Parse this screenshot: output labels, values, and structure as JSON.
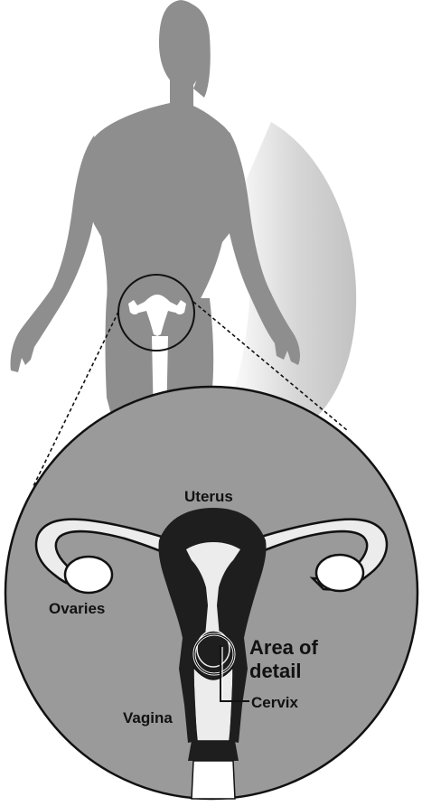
{
  "diagram": {
    "labels": {
      "uterus": "Uterus",
      "ovaries": "Ovaries",
      "area_of_detail_line1": "Area of",
      "area_of_detail_line2": "detail",
      "cervix": "Cervix",
      "vagina": "Vagina"
    },
    "colors": {
      "silhouette": "#8e8e8e",
      "shadow": "#c8c8c8",
      "magnified_circle": "#9a9a9a",
      "organ_dark": "#1e1e1e",
      "organ_light": "#ececec",
      "outline": "#111111"
    }
  }
}
